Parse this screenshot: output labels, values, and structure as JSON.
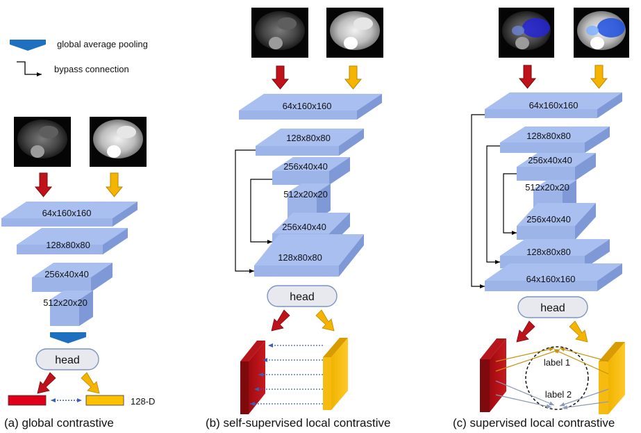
{
  "legend": {
    "pooling_label": "global average pooling",
    "bypass_label": "bypass connection"
  },
  "panel_a": {
    "blocks": [
      "64x160x160",
      "128x80x80",
      "256x40x40",
      "512x20x20"
    ],
    "head": "head",
    "dim_label": "128-D",
    "caption": "(a) global contrastive"
  },
  "panel_b": {
    "blocks": [
      "64x160x160",
      "128x80x80",
      "256x40x40",
      "512x20x20",
      "256x40x40",
      "128x80x80"
    ],
    "head": "head",
    "caption": "(b) self-supervised local contrastive"
  },
  "panel_c": {
    "blocks": [
      "64x160x160",
      "128x80x80",
      "256x40x40",
      "512x20x20",
      "256x40x40",
      "128x80x80",
      "64x160x160"
    ],
    "head": "head",
    "label1": "label 1",
    "label2": "label 2",
    "caption": "(c) supervised local contrastive"
  },
  "colors": {
    "block_top": "#a9bff0",
    "block_front": "#9db4e8",
    "block_side": "#7f98d6",
    "red_arrow": "#c0121a",
    "yellow_arrow": "#f5b400",
    "pool_blue": "#1f6fc0",
    "red_feature": "#e0001b",
    "yellow_feature": "#ffc000"
  }
}
